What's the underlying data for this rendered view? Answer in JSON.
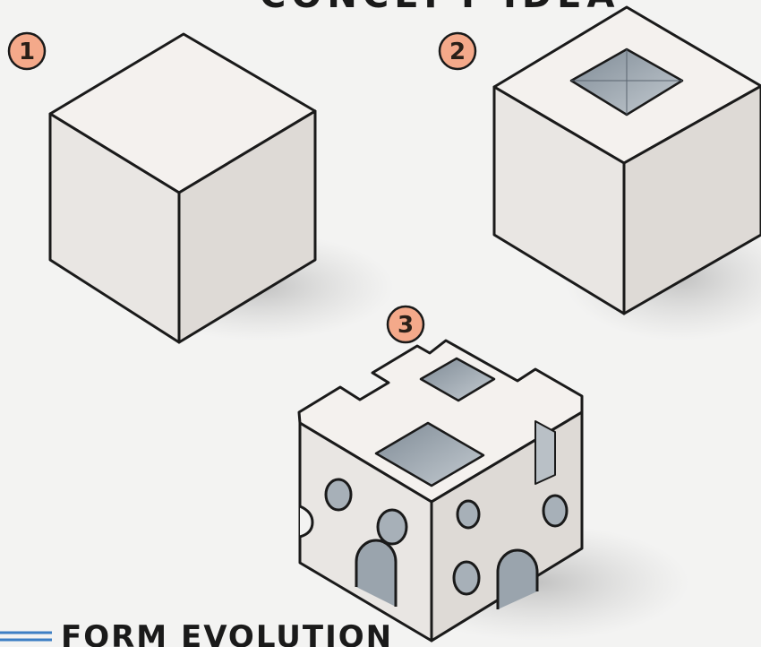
{
  "header": {
    "title": "CONCEPT IDEA"
  },
  "steps": [
    {
      "number": "1"
    },
    {
      "number": "2"
    },
    {
      "number": "3"
    }
  ],
  "footer": {
    "label": "FORM EVOLUTION"
  },
  "colors": {
    "paper": "#f3f3f2",
    "badge_fill": "#f4a98a",
    "ink": "#1a1a1a",
    "face_top": "#f4f1ee",
    "face_left": "#e9e6e3",
    "face_right": "#dedad6",
    "void": "#9aa4ad",
    "accent_line": "#3d7fc4"
  },
  "icons": [
    "cube-icon",
    "cube-with-void-icon",
    "carved-cube-icon"
  ]
}
